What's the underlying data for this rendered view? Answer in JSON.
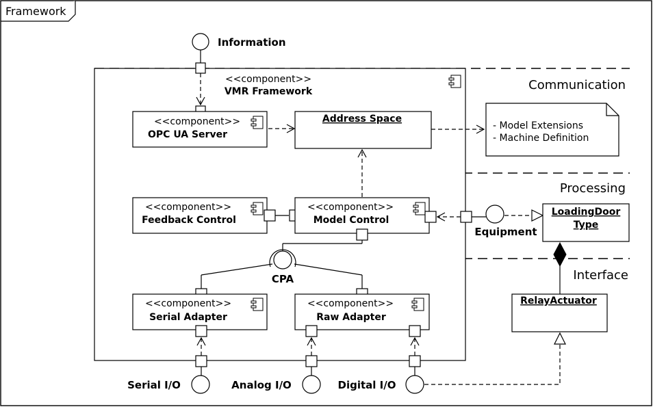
{
  "frame": {
    "label": "Framework"
  },
  "lanes": {
    "communication": "Communication",
    "processing": "Processing",
    "interface": "Interface"
  },
  "outer_component": {
    "stereotype": "<<component>>",
    "name": "VMR Framework"
  },
  "components": {
    "opc_ua_server": {
      "stereotype": "<<component>>",
      "name": "OPC UA Server"
    },
    "feedback_control": {
      "stereotype": "<<component>>",
      "name": "Feedback Control"
    },
    "model_control": {
      "stereotype": "<<component>>",
      "name": "Model Control"
    },
    "serial_adapter": {
      "stereotype": "<<component>>",
      "name": "Serial Adapter"
    },
    "raw_adapter": {
      "stereotype": "<<component>>",
      "name": "Raw Adapter"
    }
  },
  "address_space": {
    "name": "Address Space"
  },
  "note": {
    "line1": "- Model Extensions",
    "line2": "- Machine Definition"
  },
  "classes": {
    "loading_door": {
      "line1": "LoadingDoor",
      "line2": "Type"
    },
    "relay_actuator": {
      "name": "RelayActuator"
    }
  },
  "interfaces": {
    "information": "Information",
    "equipment": "Equipment",
    "cpa": "CPA",
    "serial_io": "Serial I/O",
    "analog_io": "Analog I/O",
    "digital_io": "Digital I/O"
  }
}
